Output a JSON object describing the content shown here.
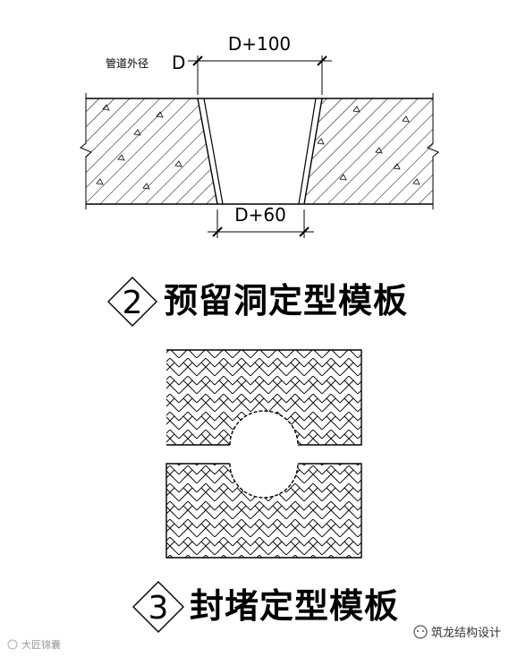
{
  "section_cut": {
    "pipe_label": "管道外径",
    "pipe_symbol": "D",
    "top_dimension": "D+100",
    "bottom_dimension": "D+60"
  },
  "detail_2": {
    "number": "2",
    "title": "预留洞定型模板"
  },
  "detail_3": {
    "number": "3",
    "title": "封堵定型模板"
  },
  "watermarks": {
    "left": "大匠锦囊",
    "right": "筑龙结构设计"
  }
}
